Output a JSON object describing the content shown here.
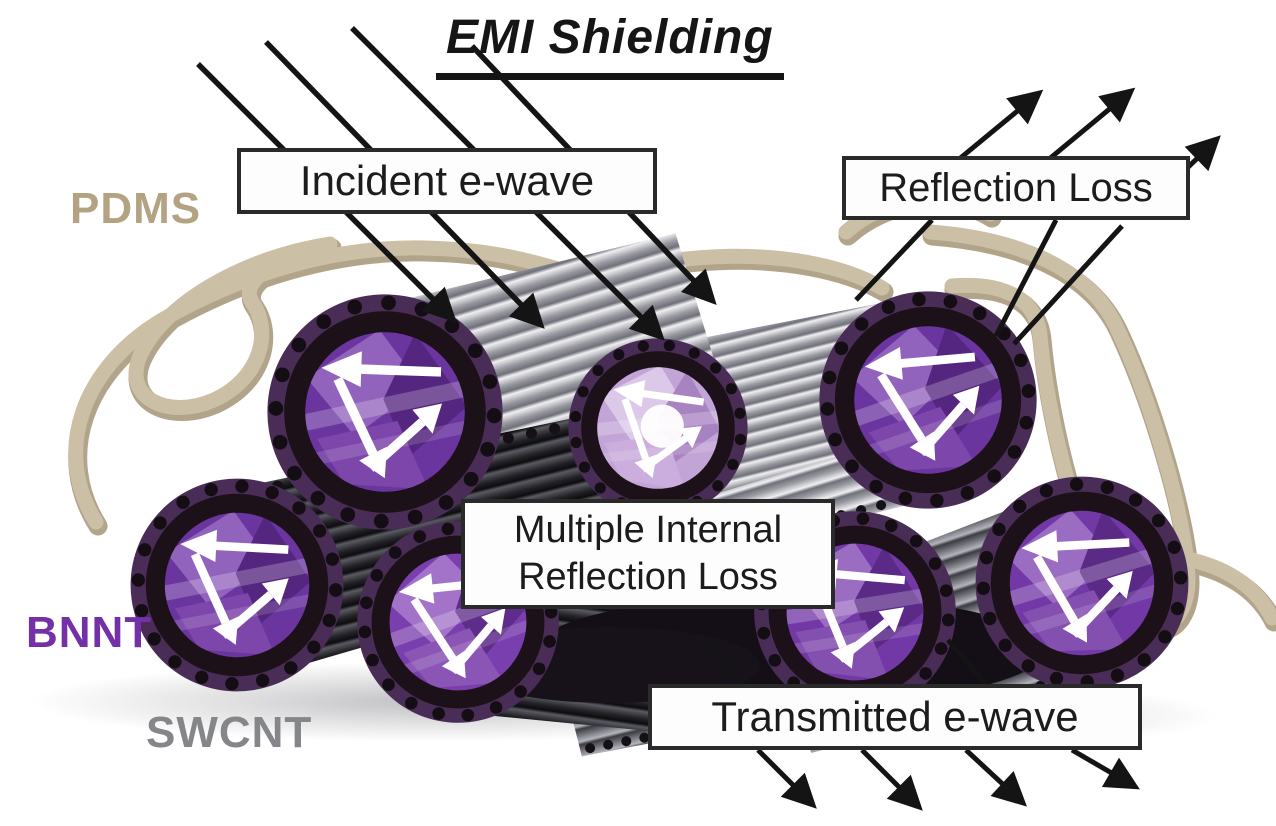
{
  "title": "EMI Shielding",
  "boxes": {
    "incident": "Incident e-wave",
    "reflection": "Reflection Loss",
    "internal_lines": [
      "Multiple Internal",
      "Reflection Loss"
    ],
    "transmitted": "Transmitted e-wave"
  },
  "materials": {
    "pdms": {
      "label": "PDMS",
      "color": "#b3a383"
    },
    "bnnt": {
      "label": "BNNT",
      "color": "#7430a6"
    },
    "swcnt": {
      "label": "SWCNT",
      "color": "#85868a"
    }
  },
  "palette": {
    "arrow_black": "#141414",
    "bnnt_core_purple": "#6b35a0",
    "bnnt_core_light": "#c2a4d6",
    "swcnt_tube_silver": "#9a9aa2",
    "swcnt_tube_dark": "#232328",
    "pdms_ribbon_tan": "#c9bda4",
    "label_box_bg": "#fdfdfd",
    "internal_arrow_white": "#ffffff"
  },
  "figure": {
    "incident_arrow_count": 4,
    "reflection_arrow_count": 3,
    "transmitted_arrow_count": 4,
    "yarn_count": 7
  }
}
